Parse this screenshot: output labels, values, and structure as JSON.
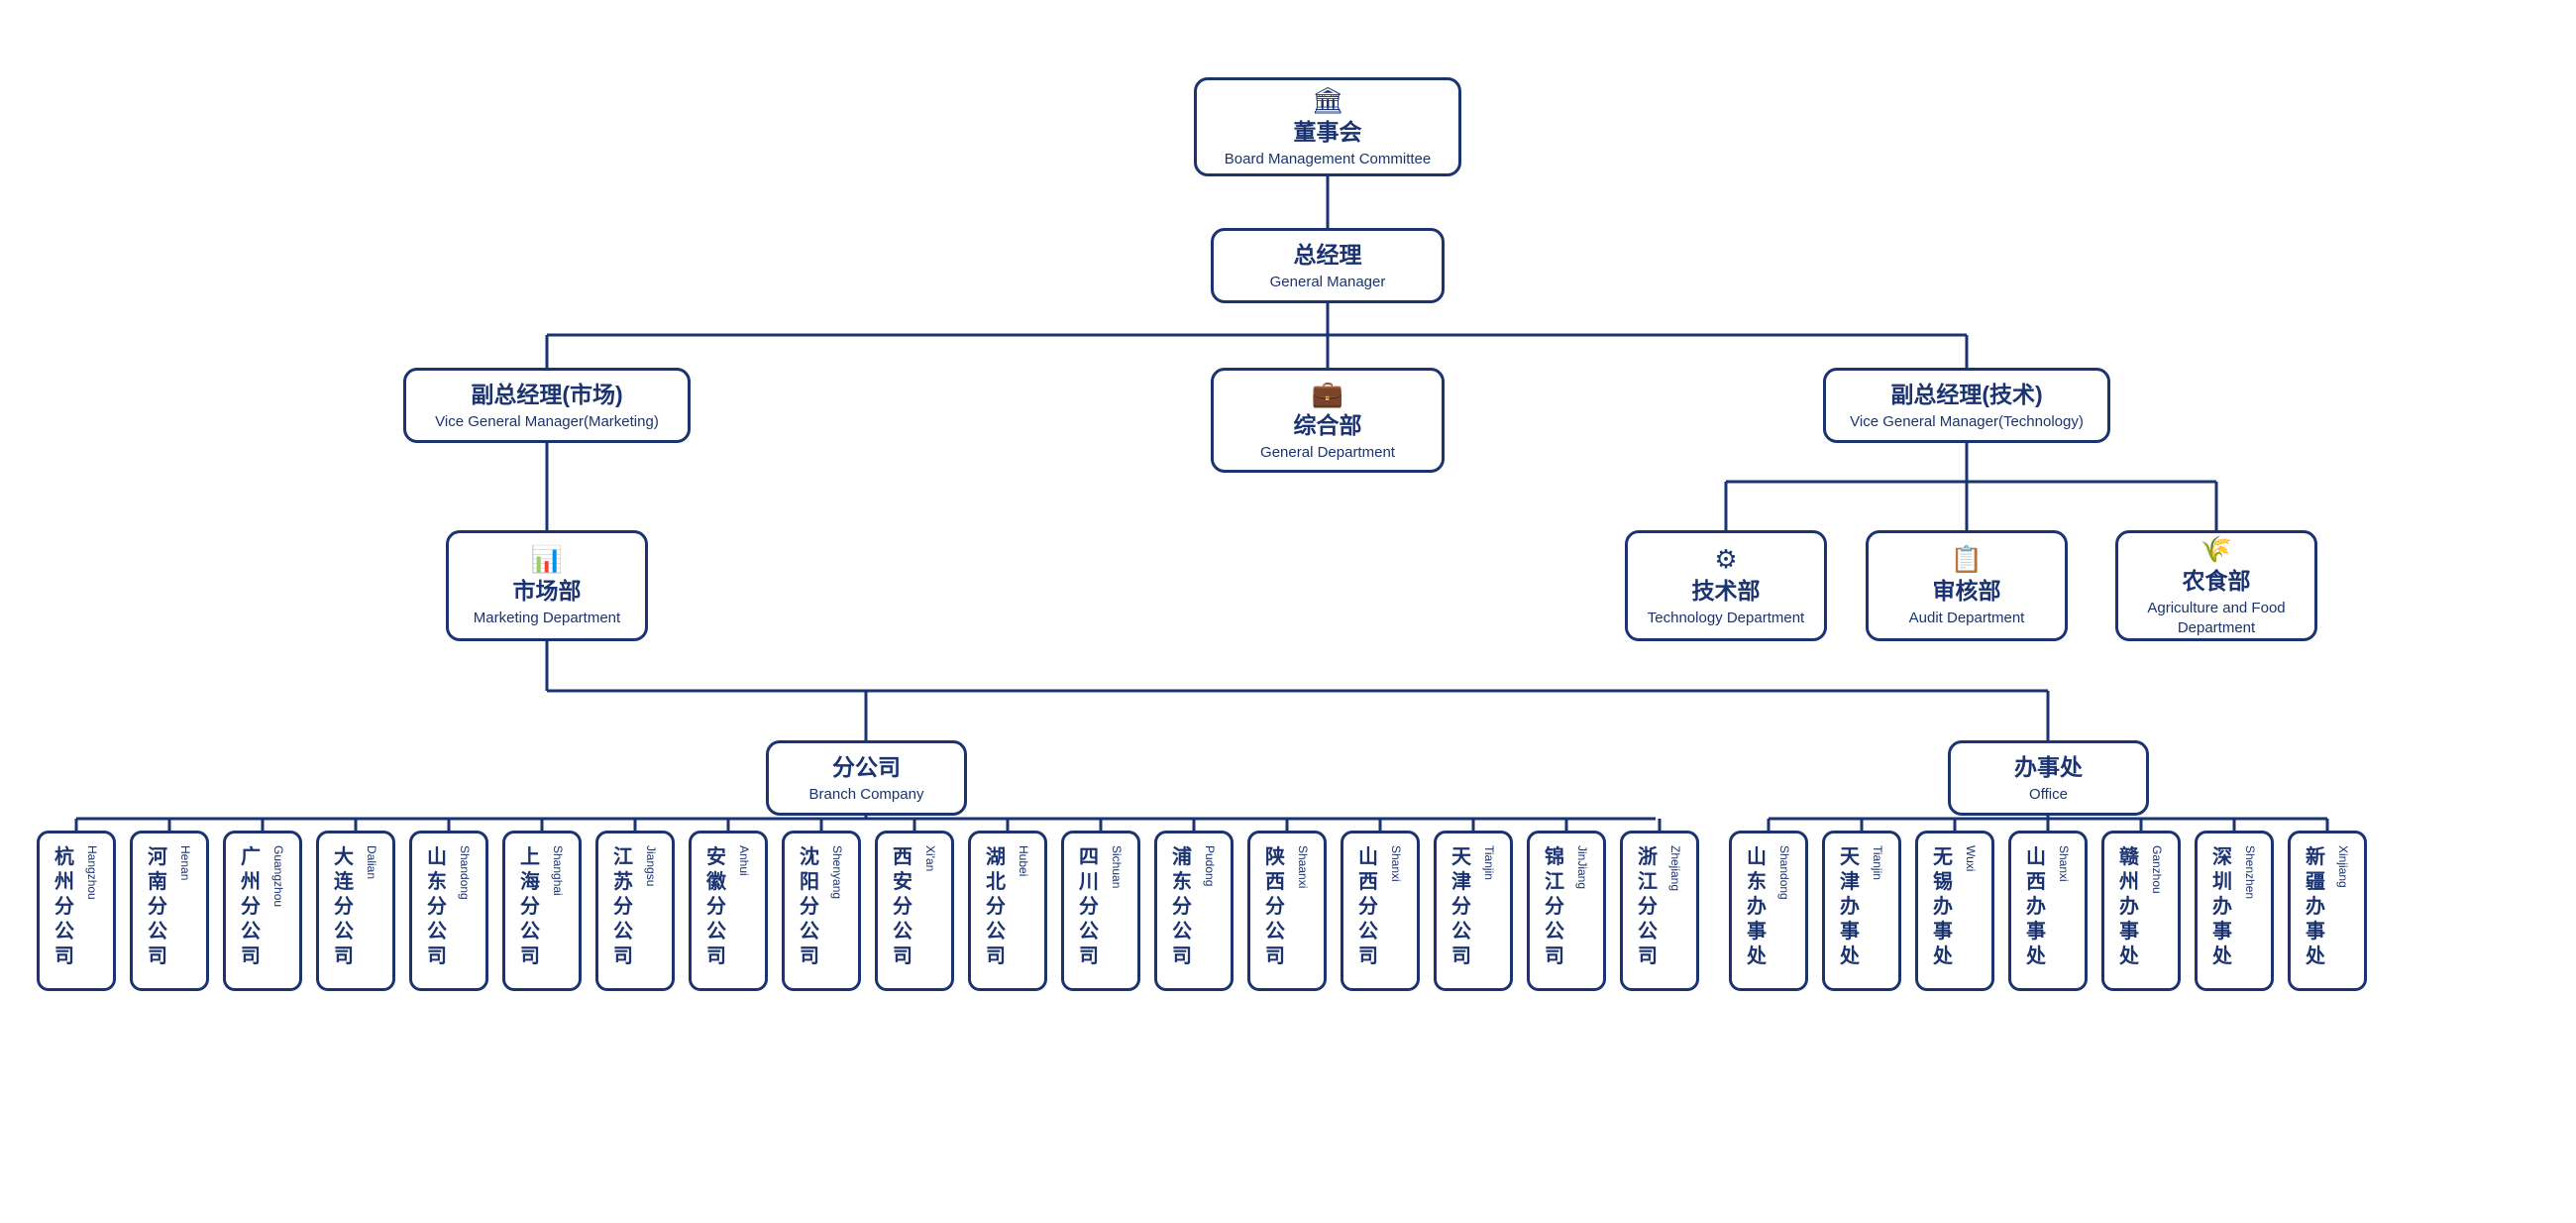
{
  "colors": {
    "primary": "#1b3370",
    "background": "#ffffff"
  },
  "board": {
    "icon": "building-icon",
    "zh": "董事会",
    "en": "Board Management Committee"
  },
  "gm": {
    "zh": "总经理",
    "en": "General Manager"
  },
  "vgm_marketing": {
    "zh": "副总经理(市场)",
    "en": "Vice General Manager(Marketing)"
  },
  "general_dept": {
    "icon": "briefcase-icon",
    "zh": "综合部",
    "en": "General Department"
  },
  "vgm_tech": {
    "zh": "副总经理(技术)",
    "en": "Vice General Manager(Technology)"
  },
  "marketing_dept": {
    "icon": "bar-chart-icon",
    "zh": "市场部",
    "en": "Marketing Department"
  },
  "tech_dept": {
    "icon": "gear-icon",
    "zh": "技术部",
    "en": "Technology Department"
  },
  "audit_dept": {
    "icon": "clipboard-icon",
    "zh": "审核部",
    "en": "Audit Department"
  },
  "agri_dept": {
    "icon": "wheat-icon",
    "zh": "农食部",
    "en": "Agriculture and Food Department"
  },
  "branch": {
    "zh": "分公司",
    "en": "Branch Company"
  },
  "office": {
    "zh": "办事处",
    "en": "Office"
  },
  "branches": [
    {
      "zh": "杭州分公司",
      "en": "Hangzhou"
    },
    {
      "zh": "河南分公司",
      "en": "Henan"
    },
    {
      "zh": "广州分公司",
      "en": "Guangzhou"
    },
    {
      "zh": "大连分公司",
      "en": "Dalian"
    },
    {
      "zh": "山东分公司",
      "en": "Shandong"
    },
    {
      "zh": "上海分公司",
      "en": "Shanghai"
    },
    {
      "zh": "江苏分公司",
      "en": "Jiangsu"
    },
    {
      "zh": "安徽分公司",
      "en": "Anhui"
    },
    {
      "zh": "沈阳分公司",
      "en": "Shenyang"
    },
    {
      "zh": "西安分公司",
      "en": "Xi'an"
    },
    {
      "zh": "湖北分公司",
      "en": "Hubei"
    },
    {
      "zh": "四川分公司",
      "en": "Sichuan"
    },
    {
      "zh": "浦东分公司",
      "en": "Pudong"
    },
    {
      "zh": "陕西分公司",
      "en": "Shaanxi"
    },
    {
      "zh": "山西分公司",
      "en": "Shanxi"
    },
    {
      "zh": "天津分公司",
      "en": "Tianjin"
    },
    {
      "zh": "锦江分公司",
      "en": "JinJiang"
    },
    {
      "zh": "浙江分公司",
      "en": "Zhejiang"
    }
  ],
  "offices": [
    {
      "zh": "山东办事处",
      "en": "Shandong"
    },
    {
      "zh": "天津办事处",
      "en": "Tianjin"
    },
    {
      "zh": "无锡办事处",
      "en": "Wuxi"
    },
    {
      "zh": "山西办事处",
      "en": "Shanxi"
    },
    {
      "zh": "赣州办事处",
      "en": "Ganzhou"
    },
    {
      "zh": "深圳办事处",
      "en": "Shenzhen"
    },
    {
      "zh": "新疆办事处",
      "en": "Xinjiang"
    }
  ]
}
